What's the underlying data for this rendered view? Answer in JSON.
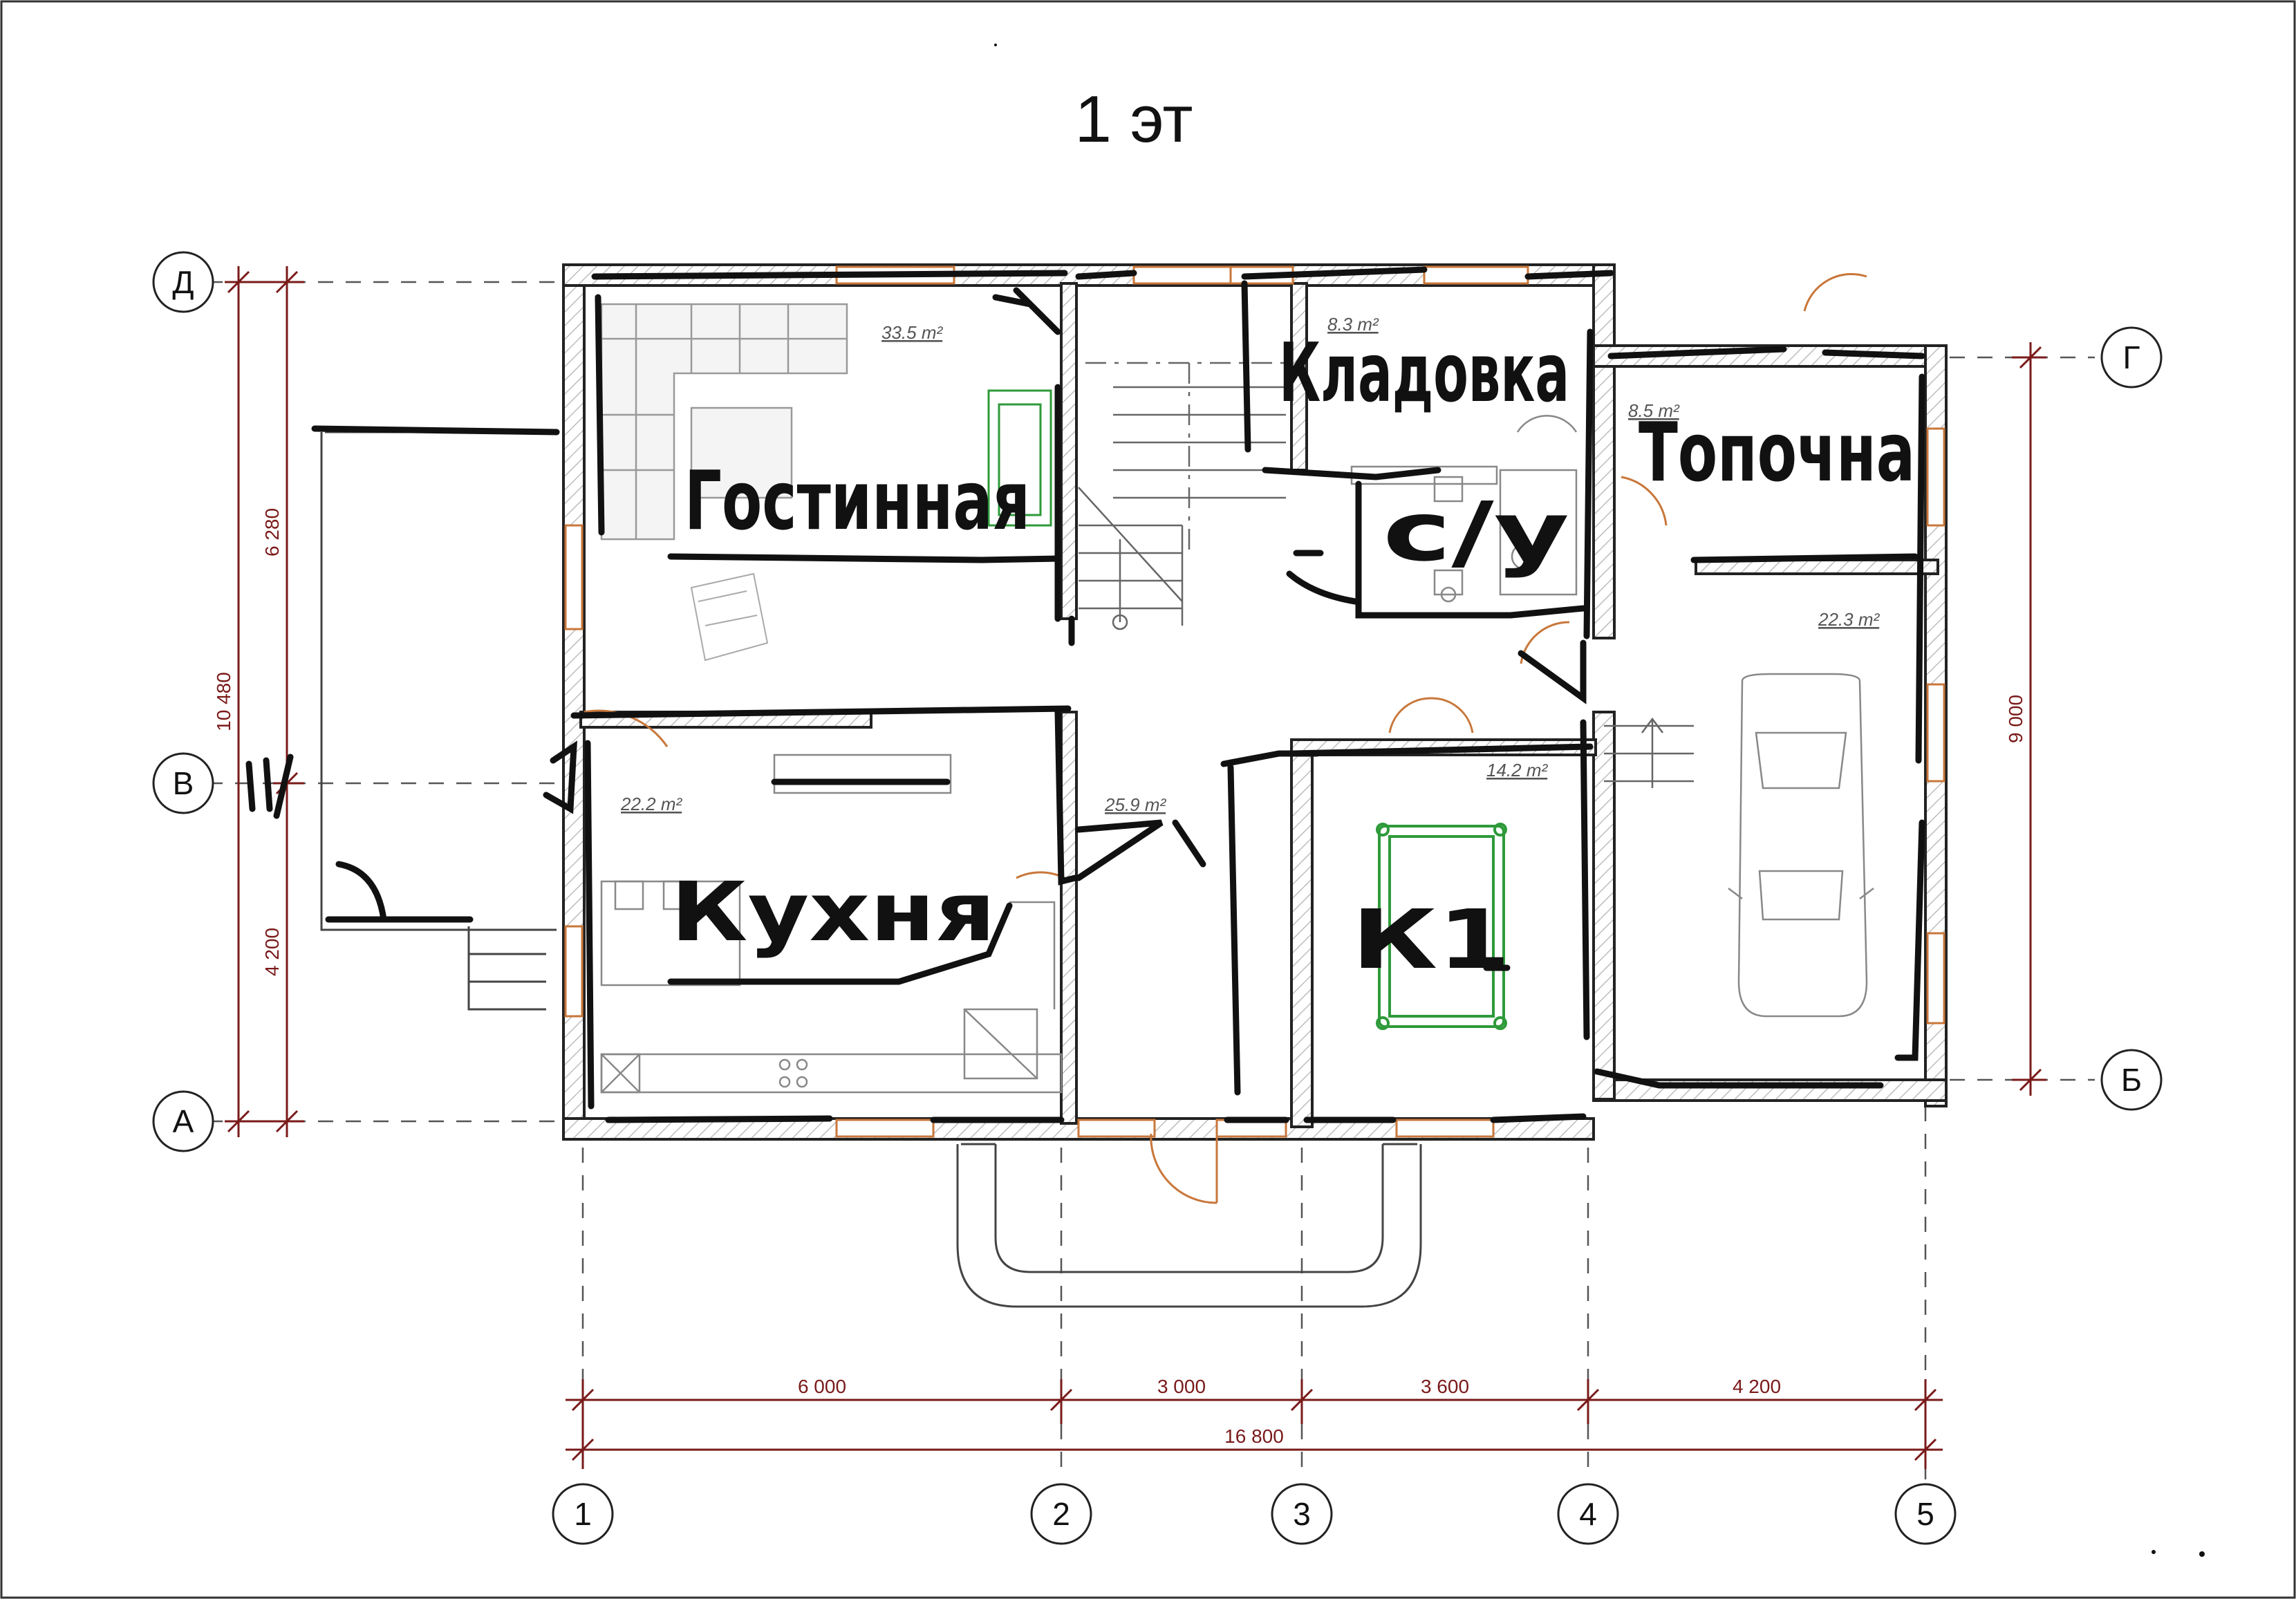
{
  "title": "1 эт",
  "axes": {
    "rows": [
      "Д",
      "В",
      "А",
      "Г",
      "Б"
    ],
    "columns": [
      "1",
      "2",
      "3",
      "4",
      "5"
    ]
  },
  "dimensions": {
    "bottom_segments": [
      "6 000",
      "3 000",
      "3 600",
      "4 200"
    ],
    "bottom_total": "16 800",
    "left_segments": [
      "6 280",
      "4 200"
    ],
    "left_total": "10 480",
    "right": "9 000"
  },
  "areas": {
    "living": "33.5 m²",
    "storage": "8.3 m²",
    "boiler": "8.5 m²",
    "garage": "22.3 m²",
    "kitchen": "22.2 m²",
    "hall": "25.9 m²",
    "room": "14.2 m²"
  },
  "handwritten": {
    "living": "Гостинная",
    "storage": "Кладовка",
    "boiler": "Топочна",
    "bath": "с/у",
    "kitchen": "Кухня",
    "room": "К1"
  },
  "colors": {
    "wall": "#222222",
    "hatch": "#bbbbbb",
    "dim": "#7a1a1a",
    "door": "#c8773a",
    "ink": "#111111",
    "billiard": "#2e9a3a"
  }
}
